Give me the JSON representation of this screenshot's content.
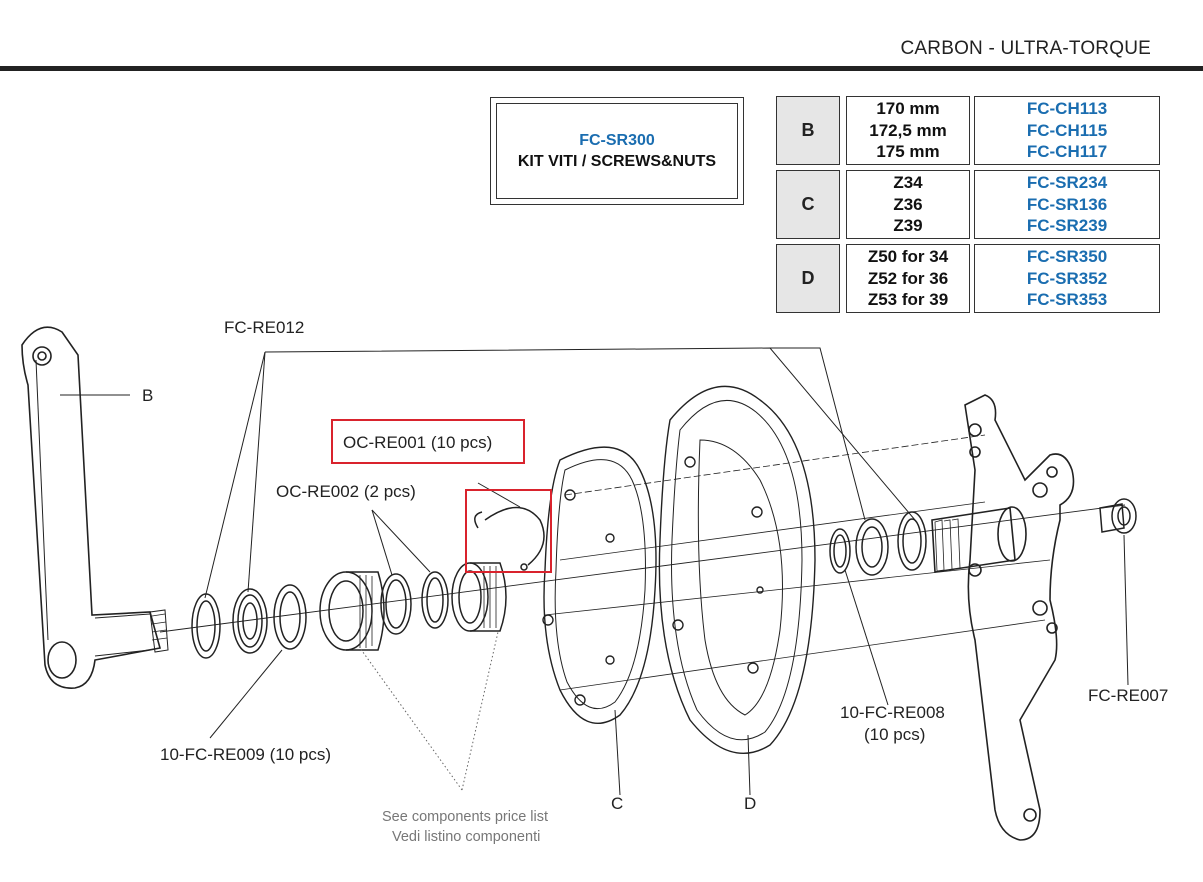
{
  "header": {
    "title": "CARBON - ULTRA-TORQUE"
  },
  "kit": {
    "code": "FC-SR300",
    "label": "KIT VITI / SCREWS&NUTS"
  },
  "parts_table": [
    {
      "letter": "B",
      "specs": [
        "170 mm",
        "172,5 mm",
        "175 mm"
      ],
      "codes": [
        "FC-CH113",
        "FC-CH115",
        "FC-CH117"
      ]
    },
    {
      "letter": "C",
      "specs": [
        "Z34",
        "Z36",
        "Z39"
      ],
      "codes": [
        "FC-SR234",
        "FC-SR136",
        "FC-SR239"
      ]
    },
    {
      "letter": "D",
      "specs": [
        "Z50 for 34",
        "Z52 for 36",
        "Z53 for 39"
      ],
      "codes": [
        "FC-SR350",
        "FC-SR352",
        "FC-SR353"
      ]
    }
  ],
  "callouts": {
    "fc_re012": "FC-RE012",
    "b": "B",
    "oc_re001": "OC-RE001 (10 pcs)",
    "oc_re002": "OC-RE002 (2 pcs)",
    "fc_re009": "10-FC-RE009 (10 pcs)",
    "see_list_en": "See components price list",
    "see_list_it": "Vedi listino componenti",
    "c": "C",
    "d": "D",
    "fc_re008_line1": "10-FC-RE008",
    "fc_re008_line2": "(10 pcs)",
    "fc_re007": "FC-RE007"
  },
  "colors": {
    "accent_blue": "#1a6db0",
    "highlight_red": "#d9232d",
    "letter_cell_grey": "#e6e6e6"
  }
}
